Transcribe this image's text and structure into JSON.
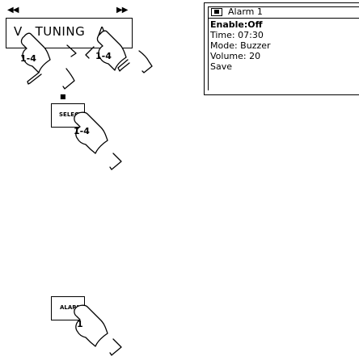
{
  "top_controls": {
    "prev_icon": "skip-previous-icon",
    "prev_glyph": "◀◀",
    "next_icon": "skip-next-icon",
    "next_glyph": "▶▶",
    "tuning_label": "V   TUNING   Λ"
  },
  "hands": {
    "left_number": "1-4",
    "right_number": "1-4",
    "select_number": "1-4",
    "alarm_number": "1"
  },
  "buttons": {
    "select_label": "SELECT",
    "alarm_label": "ALARM",
    "stop_glyph": "■",
    "stop_icon": "stop-icon"
  },
  "lcd": {
    "header": "Alarm 1",
    "header_icon": "alarm-icon",
    "lines": [
      "Enable:Off",
      "Time: 07:30",
      "Mode: Buzzer",
      "Volume: 20",
      "Save"
    ]
  }
}
